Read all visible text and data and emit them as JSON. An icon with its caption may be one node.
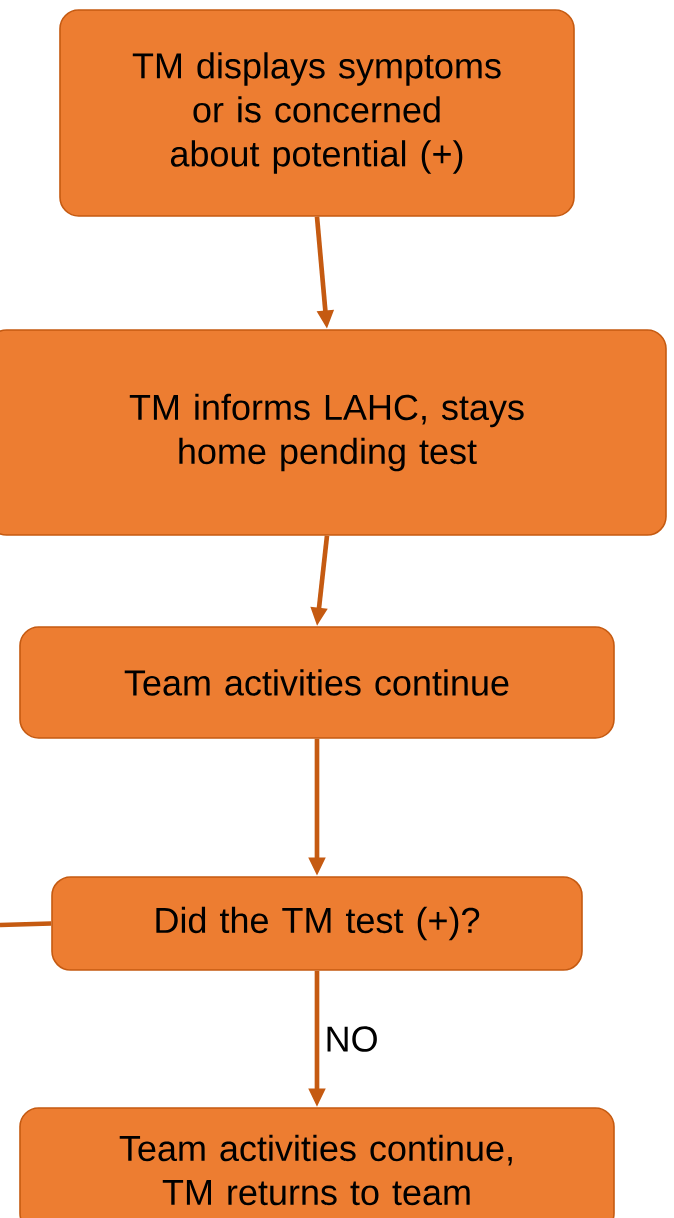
{
  "diagram": {
    "nodes": [
      {
        "text": [
          "TM displays symptoms or is concerned about potential (+)"
        ]
      },
      {
        "text": [
          "TM informs LAHC, stays home pending test"
        ]
      },
      {
        "text": [
          "Team activities continue"
        ]
      },
      {
        "text": [
          "Did the TM test (+)?"
        ]
      },
      {
        "text": [
          "Team activities continue, TM returns to team"
        ]
      }
    ],
    "edges": [
      {
        "from": 0,
        "to": 1,
        "arrow": "to"
      },
      {
        "from": 1,
        "to": 2,
        "arrow": "to"
      },
      {
        "from": 2,
        "to": 3,
        "arrow": "to"
      },
      {
        "from": 3,
        "to": 4,
        "arrow": "to",
        "label": "NO"
      },
      {
        "from": 3,
        "to": null,
        "arrow": "none"
      }
    ]
  }
}
